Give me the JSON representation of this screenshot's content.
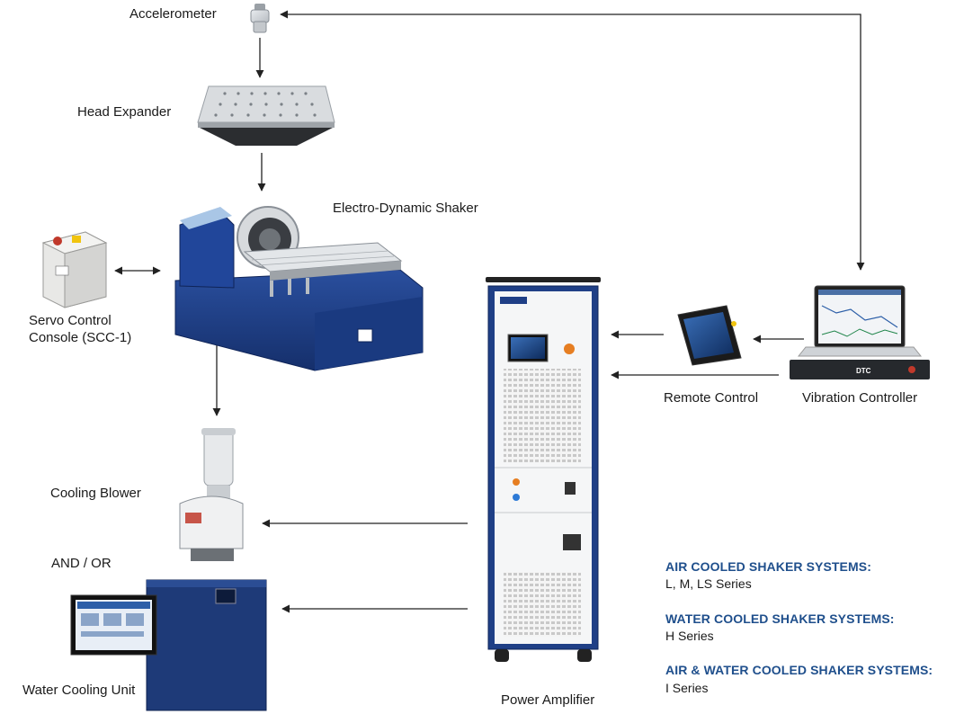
{
  "labels": {
    "accelerometer": "Accelerometer",
    "head_expander": "Head Expander",
    "shaker": "Electro-Dynamic Shaker",
    "servo_line1": "Servo Control",
    "servo_line2": "Console (SCC-1)",
    "cooling_blower": "Cooling Blower",
    "and_or": "AND / OR",
    "water_cooling": "Water Cooling Unit",
    "power_amplifier": "Power Amplifier",
    "remote_control": "Remote Control",
    "vibration_controller": "Vibration Controller"
  },
  "systems": [
    {
      "heading": "AIR COOLED SHAKER SYSTEMS:",
      "series": "L, M,  LS Series"
    },
    {
      "heading": "WATER COOLED SHAKER SYSTEMS:",
      "series": "H Series"
    },
    {
      "heading": "AIR & WATER COOLED SHAKER SYSTEMS:",
      "series": "I Series"
    }
  ],
  "device_text": {
    "controller_brand": "DTC"
  },
  "colors": {
    "heading_blue": "#1f4f8c",
    "shaker_blue": "#1d3f8a",
    "arrow": "#222222"
  }
}
